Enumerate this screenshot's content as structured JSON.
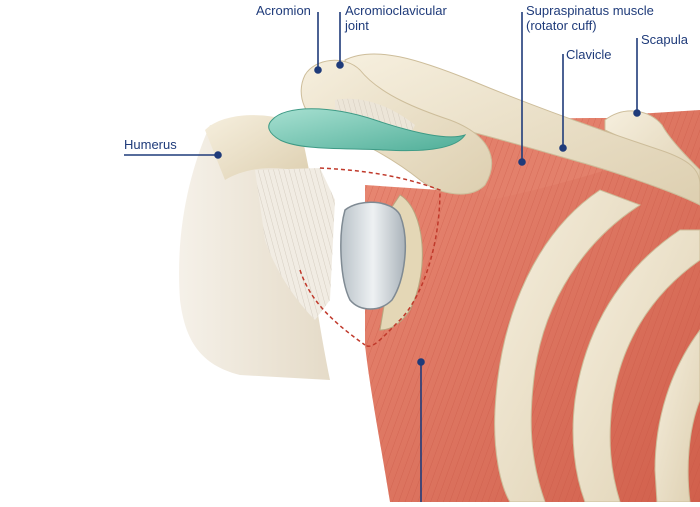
{
  "labels": {
    "acromion": "Acromion",
    "ac_joint": "Acromioclavicular\njoint",
    "supraspinatus": "Supraspinatus muscle\n(rotator cuff)",
    "clavicle": "Clavicle",
    "scapula": "Scapula",
    "humerus": "Humerus"
  },
  "colors": {
    "leader": "#1f3b7a",
    "bone": "#efe6d2",
    "bone_shadow": "#d6c8a8",
    "muscle": "#e07a66",
    "muscle_dark": "#c95a48",
    "tendon": "#f3eee6",
    "cartilage": "#7ccbb8",
    "capsule_dash": "#c0392b"
  }
}
